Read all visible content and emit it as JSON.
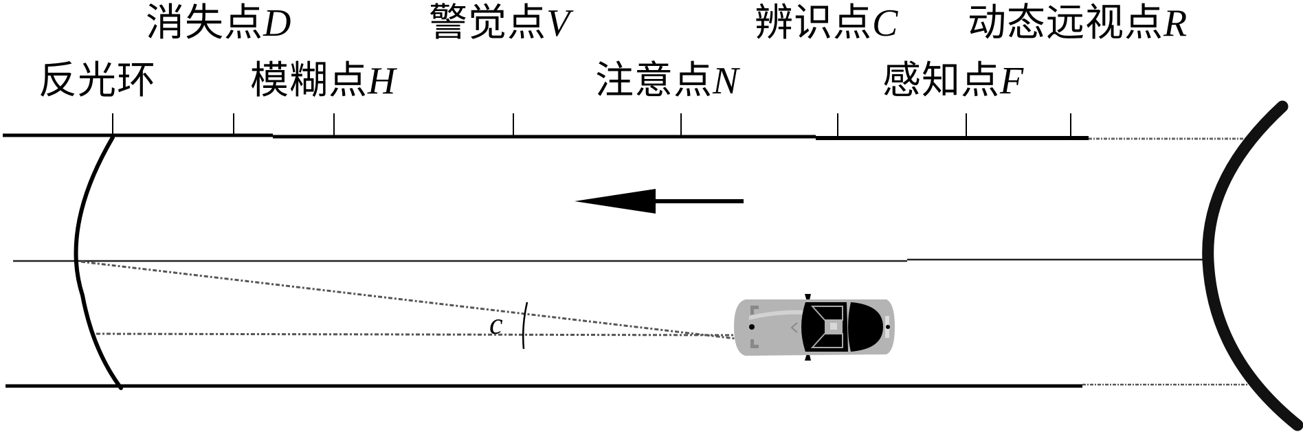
{
  "figure": {
    "type": "road-visual-distance-diagram",
    "colors": {
      "line": "#000000",
      "dashed_line": "#555555",
      "car_body": "#b4b4b4",
      "car_glass": "#000000",
      "background": "#ffffff"
    }
  },
  "labels": {
    "top_row": [
      {
        "text": "消失点",
        "symbol": "D"
      },
      {
        "text": "警觉点",
        "symbol": "V"
      },
      {
        "text": "辨识点",
        "symbol": "C"
      },
      {
        "text": "动态远视点",
        "symbol": "R"
      }
    ],
    "second_row": [
      {
        "text": "反光环",
        "symbol": ""
      },
      {
        "text": "模糊点",
        "symbol": "H"
      },
      {
        "text": "注意点",
        "symbol": "N"
      },
      {
        "text": "感知点",
        "symbol": "F"
      }
    ],
    "angle_symbol": "c"
  },
  "annotations": {
    "direction_arrow": "left",
    "tick_count": 8
  }
}
